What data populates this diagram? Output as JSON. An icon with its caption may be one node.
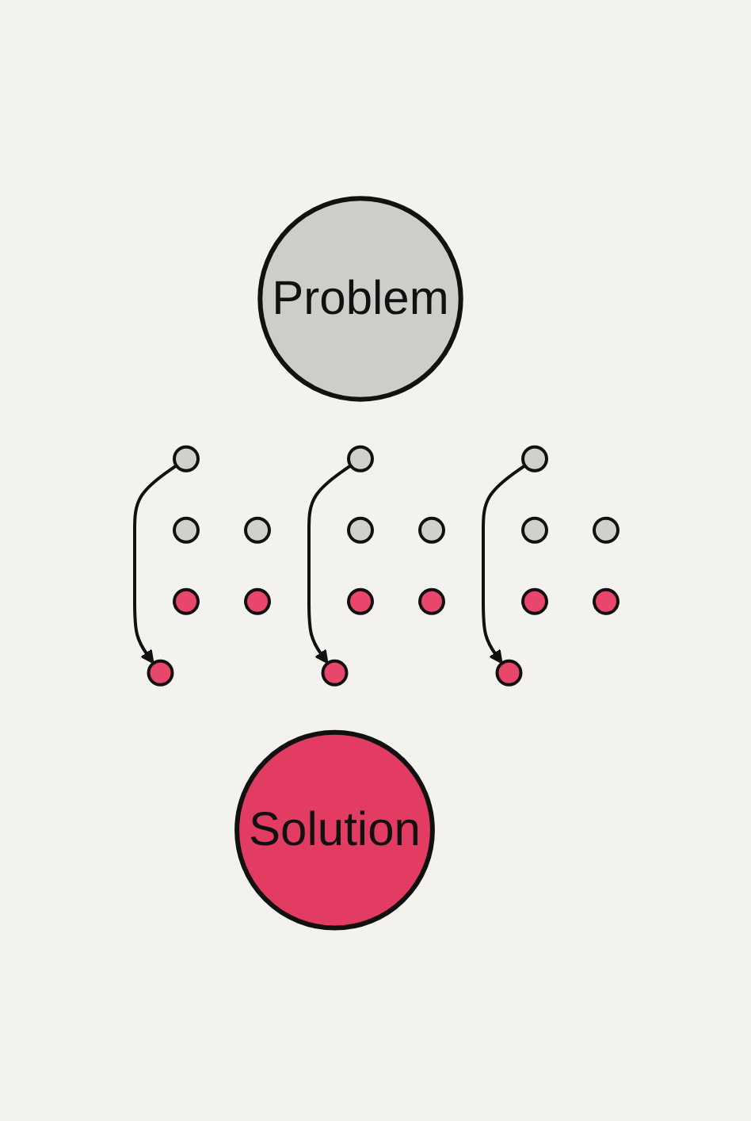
{
  "diagram": {
    "nodes": [
      {
        "text": [
          "Problem"
        ]
      },
      {
        "text": [],
        "shape": "circle"
      },
      {
        "text": [],
        "shape": "circle"
      },
      {
        "text": [],
        "shape": "circle"
      },
      {
        "text": [],
        "shape": "circle"
      },
      {
        "text": [],
        "shape": "circle"
      },
      {
        "text": [],
        "shape": "circle"
      },
      {
        "text": [],
        "shape": "circle"
      },
      {
        "text": [],
        "shape": "circle"
      },
      {
        "text": [],
        "shape": "circle"
      },
      {
        "text": [],
        "shape": "circle"
      },
      {
        "text": [],
        "shape": "circle"
      },
      {
        "text": [],
        "shape": "circle"
      },
      {
        "text": [],
        "shape": "circle"
      },
      {
        "text": [],
        "shape": "circle"
      },
      {
        "text": [],
        "shape": "circle"
      },
      {
        "text": [],
        "shape": "circle"
      },
      {
        "text": [],
        "shape": "circle"
      },
      {
        "text": [],
        "shape": "circle"
      },
      {
        "text": [
          "Solution"
        ]
      }
    ],
    "edges": [
      {
        "from": 1,
        "to": 16,
        "arrow": "to"
      },
      {
        "from": 2,
        "to": 17,
        "arrow": "to"
      },
      {
        "from": 3,
        "to": 18,
        "arrow": "to"
      }
    ]
  }
}
